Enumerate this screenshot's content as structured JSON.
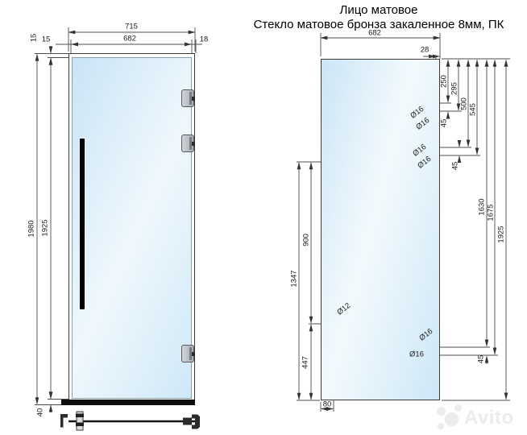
{
  "title": {
    "line1": "Лицо матовое",
    "line2": "Стекло матовое бронза  закаленное 8мм, ПК"
  },
  "left_view": {
    "description": "door assembly front view",
    "dims": {
      "total_width": "715",
      "left_gap": "15",
      "glass_width": "682",
      "right_gap": "18",
      "top_gap": "15",
      "total_height": "1980",
      "glass_height": "1925",
      "bottom_rail_height": "40"
    }
  },
  "right_view": {
    "description": "glass panel drilling layout",
    "dims": {
      "glass_width": "682",
      "hole_edge_offset": "28",
      "hinge1_hole1": "250",
      "hinge1_hole2": "295",
      "hinge1_spacing": "45",
      "hinge2_hole1": "500",
      "hinge2_hole2": "545",
      "hinge2_spacing": "45",
      "hinge3_hole1": "1630",
      "hinge3_hole2": "1675",
      "hinge3_spacing": "45",
      "glass_height": "1925",
      "handle_span": "900",
      "handle_top_offset": "1347",
      "handle_bottom_offset": "447",
      "handle_edge_offset": "80",
      "hinge_hole_dia": "Ø16",
      "handle_hole_dia": "Ø12"
    }
  },
  "watermark": {
    "text": "Avito"
  }
}
